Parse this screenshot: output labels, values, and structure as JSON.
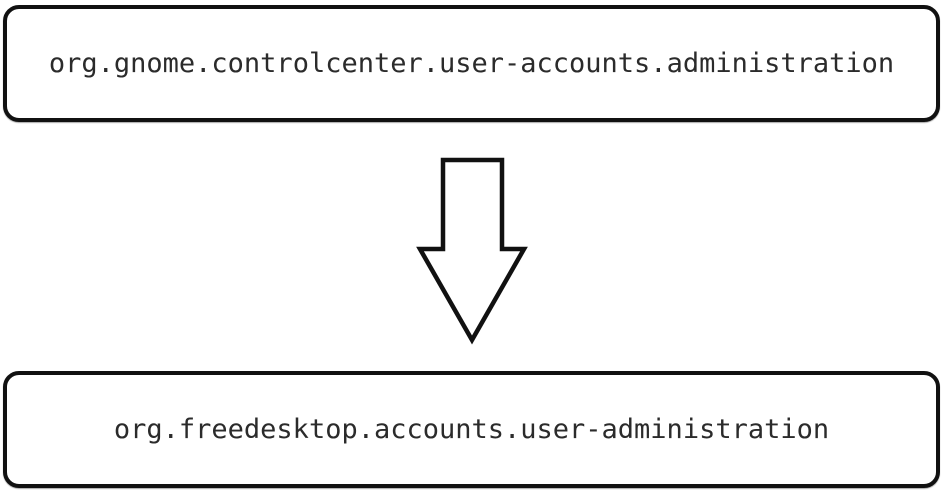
{
  "diagram": {
    "top_node": {
      "label": "org.gnome.controlcenter.user-accounts.administration"
    },
    "bottom_node": {
      "label": "org.freedesktop.accounts.user-administration"
    },
    "arrow": {
      "direction": "down",
      "meaning": "maps-to"
    },
    "colors": {
      "border": "#111111",
      "text": "#2b2b2b",
      "background": "#ffffff"
    }
  }
}
